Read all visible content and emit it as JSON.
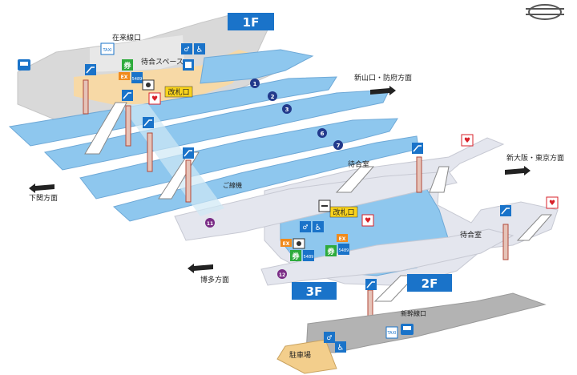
{
  "floors": {
    "f1": "1F",
    "f2": "2F",
    "f3": "3F"
  },
  "areas": {
    "zairaisen": "在来線口",
    "machiai_space": "待合スペース",
    "kaisatsu_1f": "改札口",
    "machiaishitsu_a": "待合室",
    "machiaishitsu_b": "待合室",
    "kaisatsu_3f": "改札口",
    "goriyou": "ご線機",
    "shinkansen": "新幹線口",
    "parking": "駐車場"
  },
  "directions": {
    "shinyamaguchi": "新山口・防府方面",
    "shimonoseki": "下関方面",
    "shinosaka": "新大阪・東京方面",
    "hakata": "博多方面"
  },
  "tracks": [
    "1",
    "2",
    "3",
    "6",
    "7",
    "11",
    "12"
  ],
  "icons": {
    "taxi": "TAXI",
    "ticket_kanji": "券",
    "ex": "EX",
    "ic": "5489",
    "aed": "AED"
  },
  "colors": {
    "platform_blue": "#8ec7ee",
    "concourse_gray": "#e4e6ee",
    "floor_1f_tan": "#f7d9a6",
    "floor_label_blue": "#1a73c9",
    "track_badge": "#223a8c",
    "track_badge_3f": "#7a2d86",
    "ticket_gate_yellow": "#f9d31c",
    "ticket_green": "#2eab3c",
    "ex_orange": "#f08a1c",
    "aed_red": "#d8222a",
    "parking_tan": "#f3ce8c",
    "wall_gray": "#b3b3b3",
    "pillar_red": "#b24a3a"
  }
}
